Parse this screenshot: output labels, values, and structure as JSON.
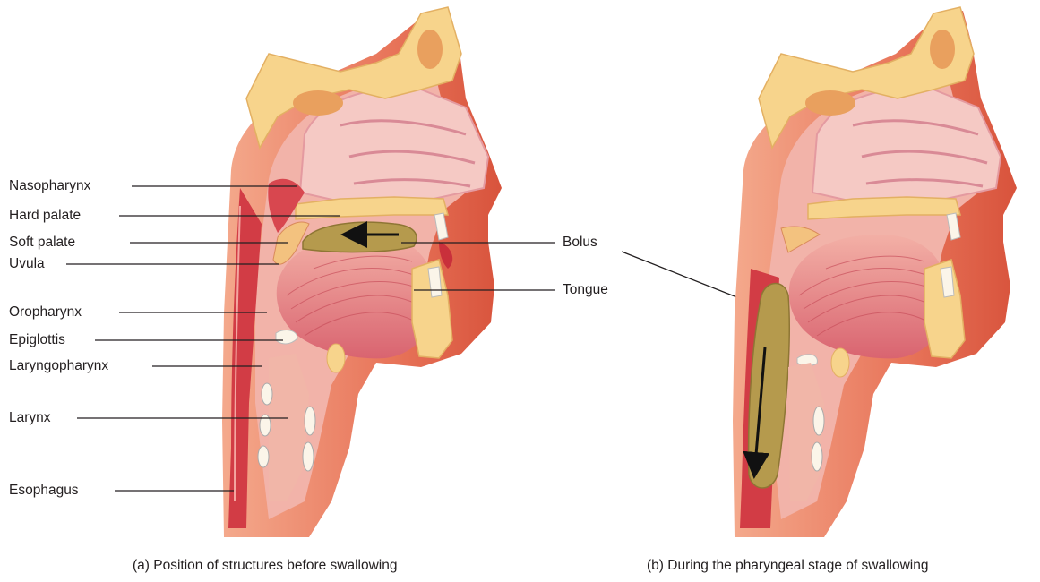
{
  "labels": {
    "nasopharynx": "Nasopharynx",
    "hard_palate": "Hard palate",
    "soft_palate": "Soft palate",
    "uvula": "Uvula",
    "oropharynx": "Oropharynx",
    "epiglottis": "Epiglottis",
    "laryngopharynx": "Laryngopharynx",
    "larynx": "Larynx",
    "esophagus": "Esophagus",
    "bolus": "Bolus",
    "tongue": "Tongue"
  },
  "captions": {
    "a": "(a) Position of structures before swallowing",
    "b": "(b) During the pharyngeal stage of swallowing"
  },
  "colors": {
    "skin": "#e7735a",
    "tissue": "#ef9a8c",
    "muscle": "#d9485a",
    "bone": "#f6d189",
    "bolus": "#b59a4d",
    "leader": "#231f20"
  }
}
